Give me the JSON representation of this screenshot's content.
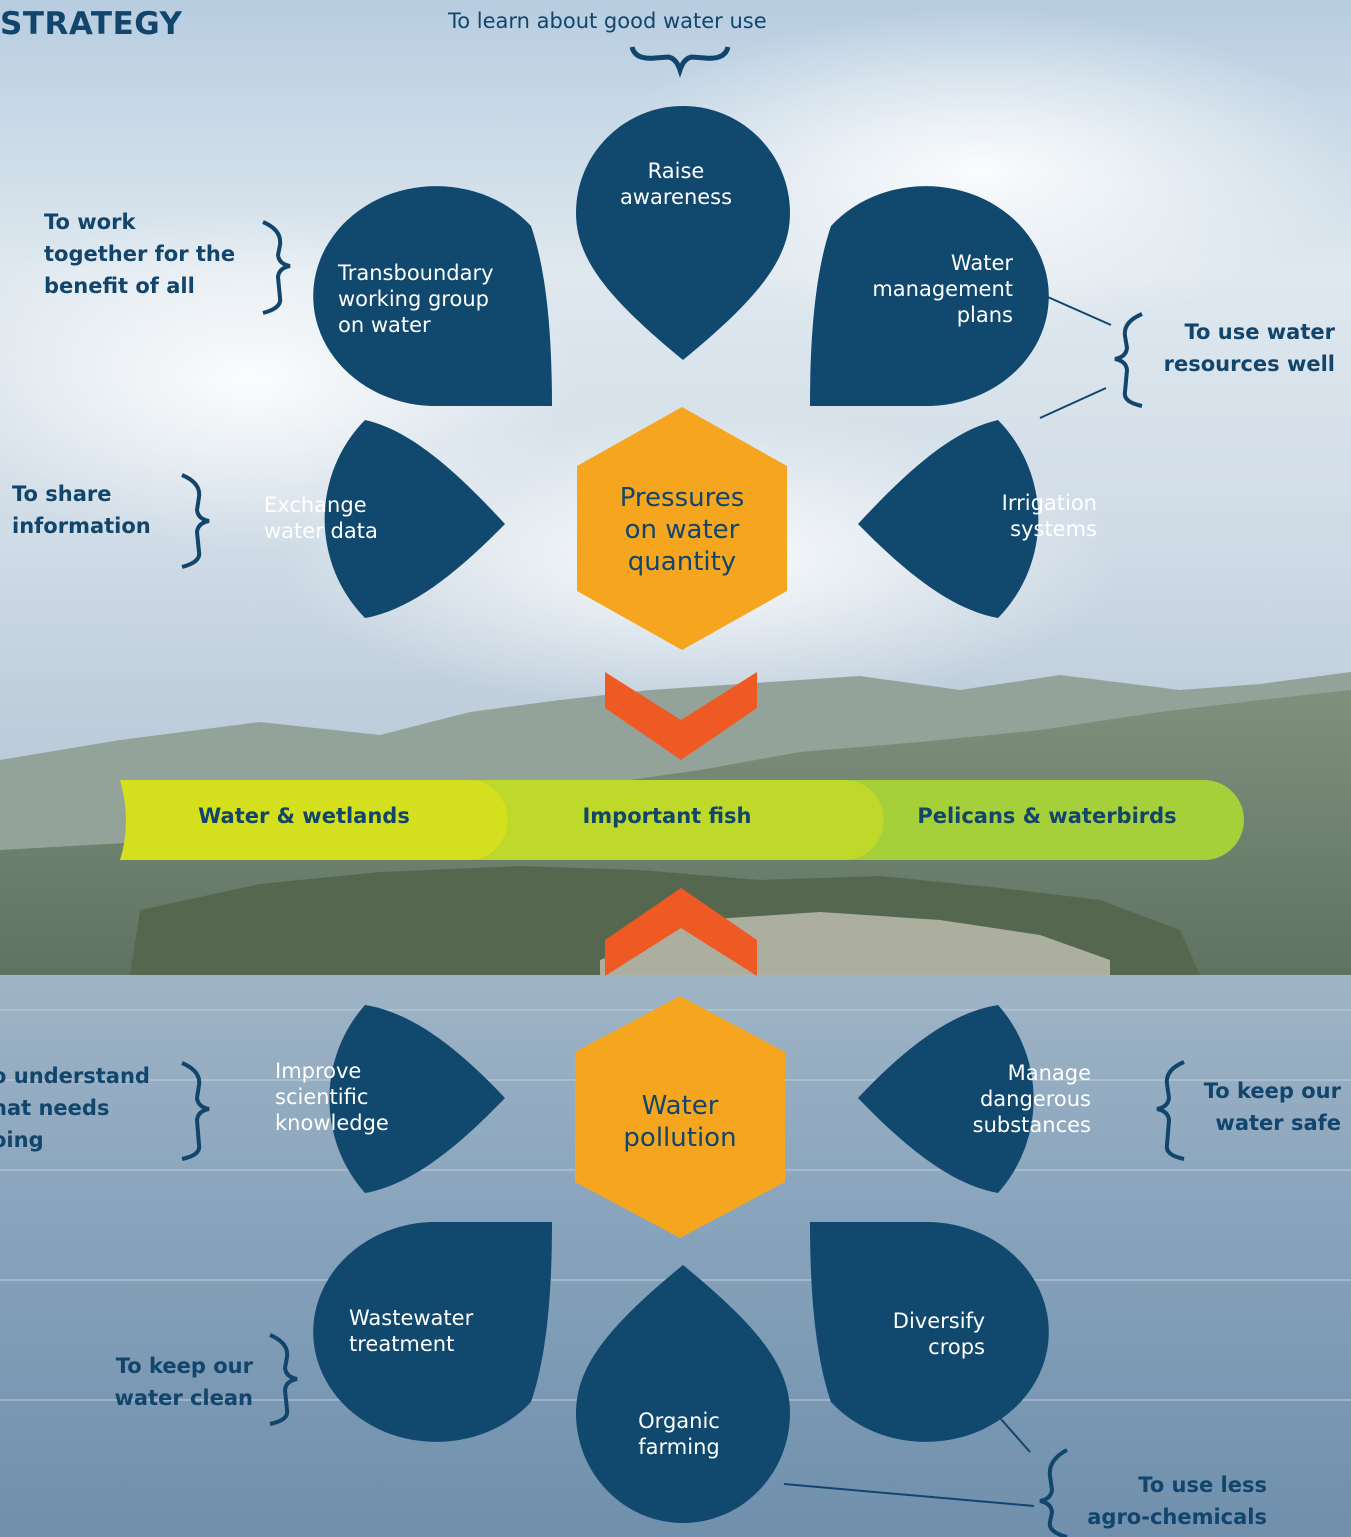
{
  "title": "STRATEGY",
  "colors": {
    "petal": "#11486e",
    "hexagon": "#f6a51f",
    "arrow": "#ef5a24",
    "band_left": "#d4e01e",
    "band_mid": "#bfd92a",
    "band_right": "#a6d03a",
    "text": "#11456b"
  },
  "top_note": "To learn about good water use",
  "quantity": {
    "hexagon": [
      "Pressures",
      "on water",
      "quantity"
    ],
    "petals": {
      "raise_awareness": [
        "Raise",
        "awareness"
      ],
      "transboundary": [
        "Transboundary",
        "working group",
        "on water"
      ],
      "water_plans": [
        "Water",
        "management",
        "plans"
      ],
      "exchange_data": [
        "Exchange",
        "water data"
      ],
      "irrigation": [
        "Irrigation",
        "systems"
      ]
    },
    "notes": {
      "work_together": [
        "To work",
        "together for the",
        "benefit of all"
      ],
      "share_info": [
        "To share",
        "information"
      ],
      "use_resources": [
        "To use water",
        "resources well"
      ]
    }
  },
  "band": [
    "Water & wetlands",
    "Important fish",
    "Pelicans & waterbirds"
  ],
  "pollution": {
    "hexagon": [
      "Water",
      "pollution"
    ],
    "petals": {
      "scientific": [
        "Improve",
        "scientific",
        "knowledge"
      ],
      "dangerous": [
        "Manage",
        "dangerous",
        "substances"
      ],
      "wastewater": [
        "Wastewater",
        "treatment"
      ],
      "organic": [
        "Organic",
        "farming"
      ],
      "diversify": [
        "Diversify",
        "crops"
      ]
    },
    "notes": {
      "understand": [
        "o understand",
        "hat needs",
        "oing"
      ],
      "keep_safe": [
        "To keep our",
        "water safe"
      ],
      "keep_clean": [
        "To keep our",
        "water clean"
      ],
      "less_chemicals": [
        "To use less",
        "agro-chemicals"
      ]
    }
  }
}
